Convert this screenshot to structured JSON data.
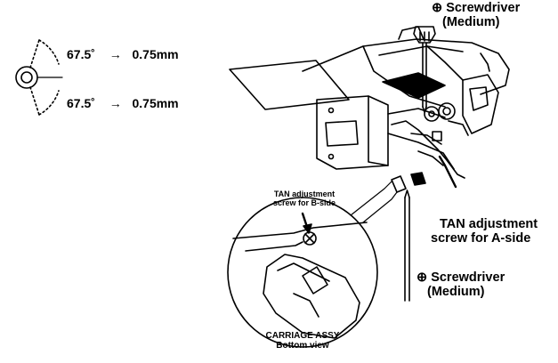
{
  "angle_legend": {
    "upper": {
      "angle": "67.5˚",
      "arrow": "→",
      "offset": "0.75mm"
    },
    "lower": {
      "angle": "67.5˚",
      "arrow": "→",
      "offset": "0.75mm"
    }
  },
  "labels": {
    "screwdriver_top": {
      "symbol": "⊕",
      "line1": "Screwdriver",
      "line2": "(Medium)"
    },
    "screwdriver_bottom": {
      "symbol": "⊕",
      "line1": "Screwdriver",
      "line2": "(Medium)"
    },
    "tan_a_side": {
      "line1": "TAN adjustment",
      "line2": "screw for A-side"
    },
    "tan_b_side": {
      "line1": "TAN adjustment",
      "line2": "screw for B-side"
    },
    "carriage": {
      "line1": "CARRIAGE ASSY",
      "line2": "Bottom view"
    }
  }
}
